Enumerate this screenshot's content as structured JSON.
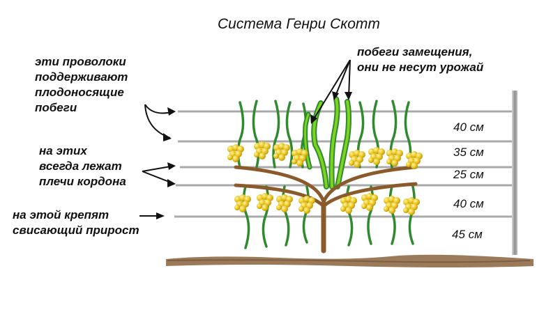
{
  "diagram": {
    "title": "Система Генри Скотт",
    "annotations": {
      "top_wires": [
        "эти проволоки",
        "поддерживают",
        "плодоносящие",
        "побеги"
      ],
      "cordon_wires": [
        "на этих",
        "всегда лежат",
        "плечи кордона"
      ],
      "hanging_wire": [
        "на этой крепят",
        "свисающий прирост"
      ],
      "replacement_shoots": [
        "побеги замещения,",
        "они не несут урожай"
      ]
    },
    "spacings": [
      "40 см",
      "35 см",
      "25 см",
      "40 см",
      "45 см"
    ],
    "colors": {
      "wire": "#a9a9a9",
      "post": "#9a9a9a",
      "trunk": "#8b5a2b",
      "shoot": "#2f8a2f",
      "replacement_shoot": "#7ed321",
      "grape": "#e8c21a",
      "soil": "#9b7a5a"
    }
  }
}
